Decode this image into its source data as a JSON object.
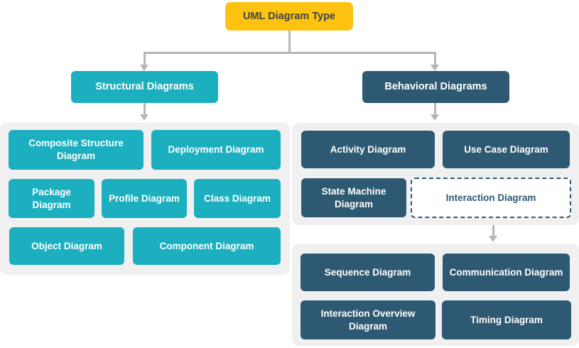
{
  "title_node": {
    "label": "UML Diagram Type"
  },
  "branch_nodes": {
    "structural": {
      "label": "Structural Diagrams"
    },
    "behavioral": {
      "label": "Behavioral Diagrams"
    }
  },
  "structural_group": {
    "nodes": [
      {
        "label": "Composite Structure Diagram"
      },
      {
        "label": "Deployment Diagram"
      },
      {
        "label": "Package Diagram"
      },
      {
        "label": "Profile Diagram"
      },
      {
        "label": "Class Diagram"
      },
      {
        "label": "Object Diagram"
      },
      {
        "label": "Component Diagram"
      }
    ]
  },
  "behavioral_group": {
    "nodes": [
      {
        "label": "Activity Diagram"
      },
      {
        "label": "Use Case Diagram"
      },
      {
        "label": "State Machine Diagram"
      },
      {
        "label": "Interaction Diagram"
      }
    ]
  },
  "interaction_group": {
    "nodes": [
      {
        "label": "Sequence Diagram"
      },
      {
        "label": "Communication Diagram"
      },
      {
        "label": "Interaction Overview Diagram"
      },
      {
        "label": "Timing Diagram"
      }
    ]
  },
  "colors": {
    "root_bg": "#FEC310",
    "root_text": "#3F444B",
    "structural_bg": "#1CAFC0",
    "behavioral_bg": "#2E5972",
    "node_text": "#FFFFFF",
    "group_bg": "#F0F0F0",
    "connector": "#B6B6B6",
    "dashed_border": "#2E5972"
  }
}
